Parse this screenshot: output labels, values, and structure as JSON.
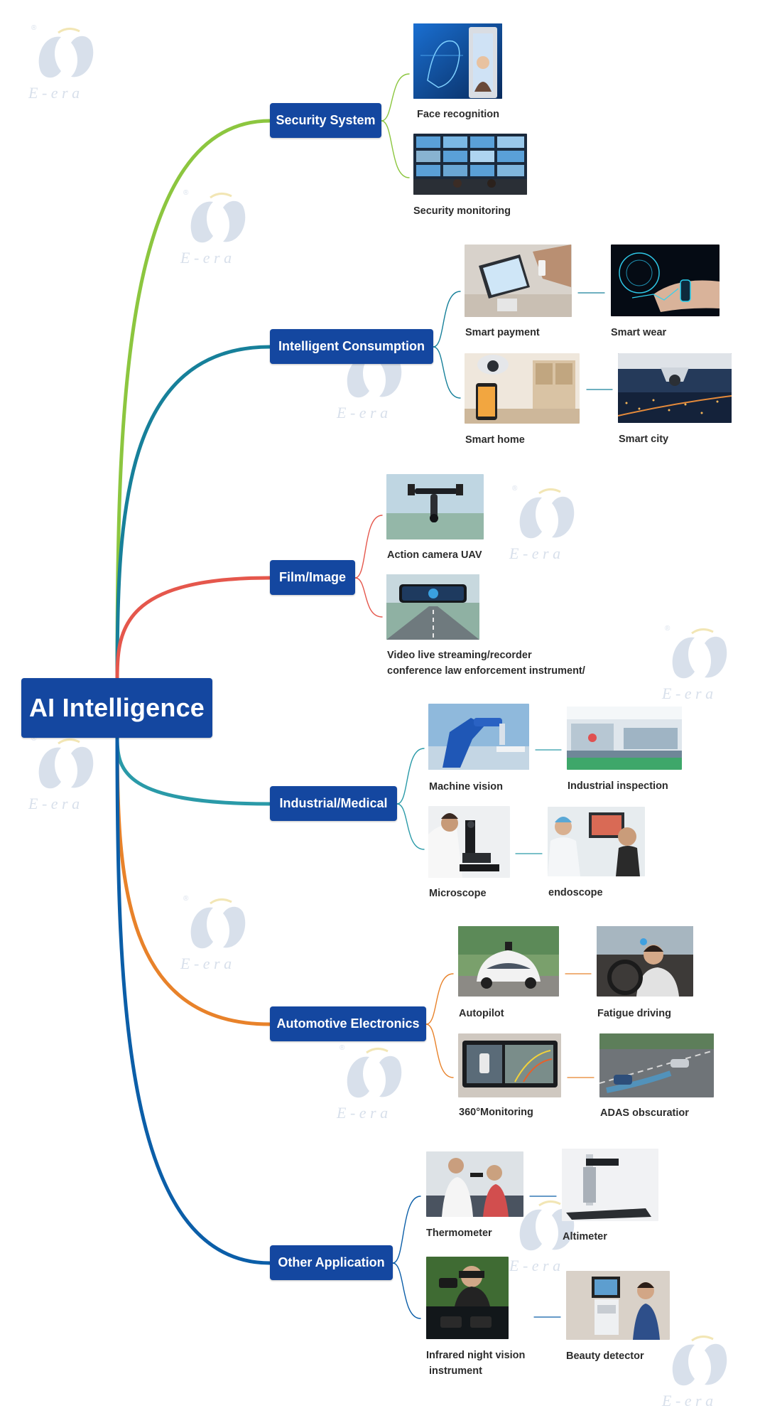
{
  "root": {
    "label": "AI Intelligence"
  },
  "branches": [
    {
      "id": "security",
      "label": "Security System",
      "color": "#8cc63f",
      "leaves": [
        {
          "label": "Face recognition",
          "icon": "face-recognition-photo"
        },
        {
          "label": "Security monitoring",
          "icon": "security-monitoring-photo"
        }
      ]
    },
    {
      "id": "consumption",
      "label": "Intelligent Consumption",
      "color": "#17809a",
      "leaves": [
        {
          "label": "Smart payment",
          "icon": "smart-payment-photo"
        },
        {
          "label": "Smart wear",
          "icon": "smart-wear-photo"
        },
        {
          "label": "Smart home",
          "icon": "smart-home-photo"
        },
        {
          "label": "Smart city",
          "icon": "smart-city-photo"
        }
      ]
    },
    {
      "id": "film",
      "label": "Film/Image",
      "color": "#e5574c",
      "leaves": [
        {
          "label": "Action camera UAV",
          "icon": "drone-photo"
        },
        {
          "label": "Video live streaming/recorder",
          "label2": "conference law enforcement instrument/",
          "icon": "dashcam-photo"
        }
      ]
    },
    {
      "id": "industrial",
      "label": "Industrial/Medical",
      "color": "#2a9aa8",
      "leaves": [
        {
          "label": "Machine vision",
          "icon": "robot-arm-photo"
        },
        {
          "label": "Industrial inspection",
          "icon": "production-line-photo"
        },
        {
          "label": "Microscope",
          "icon": "microscope-photo"
        },
        {
          "label": "endoscope",
          "icon": "endoscope-photo"
        }
      ]
    },
    {
      "id": "automotive",
      "label": "Automotive Electronics",
      "color": "#e8822a",
      "leaves": [
        {
          "label": "Autopilot",
          "icon": "self-driving-car-photo"
        },
        {
          "label": "Fatigue driving",
          "icon": "driver-photo"
        },
        {
          "label": "360°Monitoring",
          "icon": "surround-view-screen-photo"
        },
        {
          "label": "ADAS obscuratior",
          "icon": "adas-road-photo"
        }
      ]
    },
    {
      "id": "other",
      "label": "Other Application",
      "color": "#0b5ea8",
      "leaves": [
        {
          "label": "Thermometer",
          "icon": "thermometer-photo"
        },
        {
          "label": "Altimeter",
          "icon": "altimeter-photo"
        },
        {
          "label": "Infrared night vision",
          "label2": "instrument",
          "icon": "night-vision-photo"
        },
        {
          "label": "Beauty detector",
          "icon": "beauty-detector-photo"
        }
      ]
    }
  ],
  "watermark": {
    "text": "E - e r a",
    "mark": "®",
    "color": "#b9c7dc",
    "accent": "#e9d27a"
  }
}
